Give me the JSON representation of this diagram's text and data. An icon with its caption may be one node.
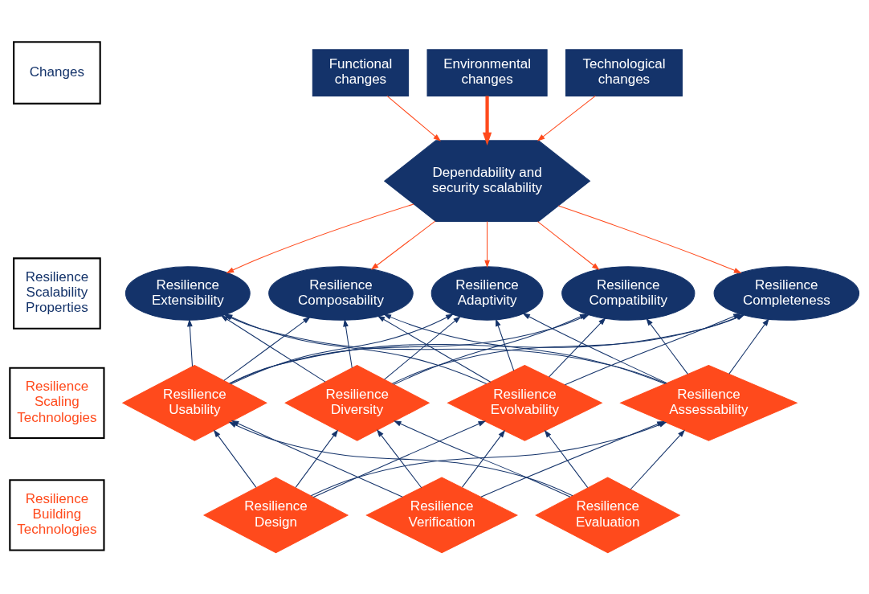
{
  "diagram": {
    "nodes": [
      {
        "text": [
          "Changes"
        ]
      },
      {
        "text": [
          "Resilience Scalability Properties"
        ]
      },
      {
        "text": [
          "Resilience Scaling Technologies"
        ]
      },
      {
        "text": [
          "Resilience Building Technologies"
        ]
      },
      {
        "text": [
          "Functional changes"
        ]
      },
      {
        "text": [
          "Environmental changes"
        ]
      },
      {
        "text": [
          "Technological changes"
        ]
      },
      {
        "text": [
          "Dependability and security scalability"
        ]
      },
      {
        "text": [
          "Resilience Extensibility"
        ]
      },
      {
        "text": [
          "Resilience Composability"
        ]
      },
      {
        "text": [
          "Resilience Adaptivity"
        ]
      },
      {
        "text": [
          "Resilience Compatibility"
        ]
      },
      {
        "text": [
          "Resilience Completeness"
        ]
      },
      {
        "text": [
          "Resilience Evolvability"
        ]
      },
      {
        "text": [
          "Resilience Assessability"
        ]
      },
      {
        "text": [
          "Resilience Usability"
        ]
      },
      {
        "text": [
          "Resilience Diversity"
        ]
      },
      {
        "text": [
          "Resilience Design"
        ]
      },
      {
        "text": [
          "Resilience Verification"
        ]
      },
      {
        "text": [
          "Resilience Evaluation"
        ]
      }
    ],
    "edges": [
      {
        "from": 4,
        "to": 7,
        "arrow": "to",
        "color": "#ff4a1c"
      },
      {
        "from": 5,
        "to": 7,
        "arrow": "to",
        "color": "#ff4a1c",
        "style": "thick"
      },
      {
        "from": 6,
        "to": 7,
        "arrow": "to",
        "color": "#ff4a1c"
      },
      {
        "from": 7,
        "to": 8,
        "arrow": "to",
        "color": "#ff4a1c"
      },
      {
        "from": 7,
        "to": 9,
        "arrow": "to",
        "color": "#ff4a1c"
      },
      {
        "from": 7,
        "to": 10,
        "arrow": "to",
        "color": "#ff4a1c"
      },
      {
        "from": 7,
        "to": 11,
        "arrow": "to",
        "color": "#ff4a1c"
      },
      {
        "from": 7,
        "to": 12,
        "arrow": "to",
        "color": "#ff4a1c"
      },
      {
        "from": 13,
        "to": 8,
        "arrow": "to"
      },
      {
        "from": 13,
        "to": 9,
        "arrow": "to"
      },
      {
        "from": 13,
        "to": 10,
        "arrow": "to"
      },
      {
        "from": 13,
        "to": 11,
        "arrow": "to"
      },
      {
        "from": 13,
        "to": 12,
        "arrow": "to"
      },
      {
        "from": 14,
        "to": 8,
        "arrow": "to"
      },
      {
        "from": 14,
        "to": 9,
        "arrow": "to"
      },
      {
        "from": 14,
        "to": 10,
        "arrow": "to"
      },
      {
        "from": 14,
        "to": 11,
        "arrow": "to"
      },
      {
        "from": 14,
        "to": 12,
        "arrow": "to"
      },
      {
        "from": 15,
        "to": 8,
        "arrow": "to"
      },
      {
        "from": 15,
        "to": 9,
        "arrow": "to"
      },
      {
        "from": 15,
        "to": 10,
        "arrow": "to"
      },
      {
        "from": 15,
        "to": 11,
        "arrow": "to"
      },
      {
        "from": 15,
        "to": 12,
        "arrow": "to"
      },
      {
        "from": 16,
        "to": 8,
        "arrow": "to"
      },
      {
        "from": 16,
        "to": 9,
        "arrow": "to"
      },
      {
        "from": 16,
        "to": 10,
        "arrow": "to"
      },
      {
        "from": 16,
        "to": 11,
        "arrow": "to"
      },
      {
        "from": 16,
        "to": 12,
        "arrow": "to"
      },
      {
        "from": 17,
        "to": 13,
        "arrow": "to"
      },
      {
        "from": 17,
        "to": 14,
        "arrow": "to"
      },
      {
        "from": 17,
        "to": 15,
        "arrow": "to"
      },
      {
        "from": 17,
        "to": 16,
        "arrow": "to"
      },
      {
        "from": 18,
        "to": 13,
        "arrow": "to"
      },
      {
        "from": 18,
        "to": 14,
        "arrow": "to"
      },
      {
        "from": 18,
        "to": 15,
        "arrow": "to"
      },
      {
        "from": 18,
        "to": 16,
        "arrow": "to"
      },
      {
        "from": 19,
        "to": 13,
        "arrow": "to"
      },
      {
        "from": 19,
        "to": 14,
        "arrow": "to"
      },
      {
        "from": 19,
        "to": 15,
        "arrow": "to"
      },
      {
        "from": 19,
        "to": 16,
        "arrow": "to"
      }
    ]
  }
}
